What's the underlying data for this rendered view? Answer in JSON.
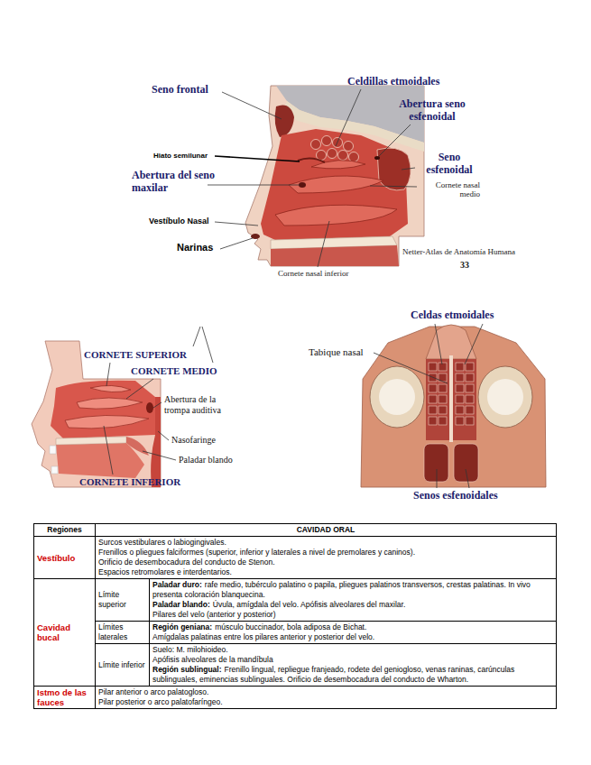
{
  "diagram": {
    "labels": [
      "Seno frontal",
      "Celdillas etmoidales",
      "Abertura seno esfenoidal",
      "Hiato semilunar",
      "Seno esfenoidal",
      "Abertura del seno maxilar",
      "Cornete nasal medio",
      "Vestíbulo Nasal",
      "Narinas",
      "Netter-Atlas de Anatomía Humana",
      "33",
      "Cornete nasal inferior",
      "CORNETE SUPERIOR",
      "CORNETE MEDIO",
      "Abertura de la trompa auditiva",
      "Nasofaringe",
      "Paladar blando",
      "CORNETE INFERIOR",
      "Celdas etmoidales",
      "Tabique nasal",
      "Senos esfenoidales",
      "Regiones",
      "CAVIDAD ORAL",
      "Vestíbulo",
      "Surcos vestibulares o labiogingivales.",
      "Frenillos o pliegues falciformes (superior, inferior y laterales a nivel de premolares y caninos).",
      "Orificio de desembocadura del conducto de Stenon.",
      "Espacios retromolares e interdentarios.",
      "Cavidad bucal",
      "Límite superior",
      "Paladar duro:",
      "rafe medio, tubérculo palatino o papila, pliegues palatinos transversos, crestas palatinas. In vivo presenta coloración blanquecina.",
      "Paladar blando:",
      "Úvula, amígdala del velo. Apófisis alveolares del maxilar.",
      "Pilares del velo (anterior y posterior)",
      "Límites laterales",
      "Región geniana:",
      "músculo buccinador, bola adiposa de Bichat.",
      "Amígdalas palatinas entre los pilares anterior y posterior del velo.",
      "Límite inferior",
      "Suelo: M. milohioideo.",
      "Apófisis alveolares de la mandíbula",
      "Región sublingual:",
      "Frenillo lingual, repliegue franjeado, rodete del geniogloso, venas raninas, carúnculas sublinguales, eminencias sublinguales. Orificio de desembocadura del conducto de Wharton.",
      "Istmo de las fauces",
      "Pilar anterior o arco palatogloso.",
      "Pilar posterior o arco palatofaríngeo."
    ]
  }
}
